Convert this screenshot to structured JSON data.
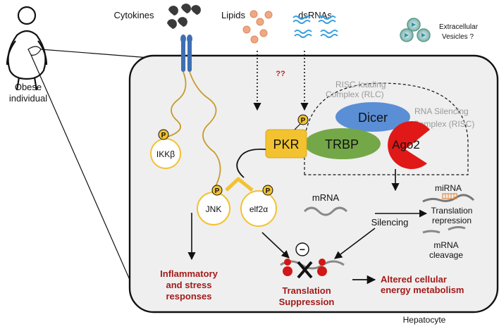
{
  "labels": {
    "cytokines": "Cytokines",
    "lipids": "Lipids",
    "dsrnas": "dsRNAs",
    "extracellular_vesicles_line1": "Extracellular",
    "extracellular_vesicles_line2": "Vesicles ?",
    "obese_line1": "Obese",
    "obese_line2": "individual",
    "question": "??",
    "rlc_line1": "RISC-loading",
    "rlc_line2": "Complex (RLC)",
    "risc_line1": "RNA Silencing",
    "risc_line2": "Complex (RISC)",
    "pkr": "PKR",
    "trbp": "TRBP",
    "dicer": "Dicer",
    "ago2": "Ago2",
    "phospho": "P",
    "ikkb": "IKKβ",
    "jnk": "JNK",
    "eif2a": "elf2α",
    "mrna": "mRNA",
    "mirna": "miRNA",
    "silencing": "Silencing",
    "translation_repression_line1": "Translation",
    "translation_repression_line2": "repression",
    "mrna_cleavage_line1": "mRNA",
    "mrna_cleavage_line2": "cleavage",
    "minus": "−",
    "inflammatory_line1": "Inflammatory",
    "inflammatory_line2": "and stress",
    "inflammatory_line3": "responses",
    "translation_supp_line1": "Translation",
    "translation_supp_line2": "Suppression",
    "altered_line1": "Altered cellular",
    "altered_line2": "energy metabolism",
    "hepatocyte": "Hepatocyte"
  },
  "colors": {
    "cell_fill": "#efefef",
    "pkr": "#f2c230",
    "trbp": "#74a747",
    "dicer": "#5a8fd6",
    "ago2": "#e01818",
    "receptor": "#3e6fb3",
    "lipid": "#f0a882",
    "dsrna": "#3aa0e0",
    "dark_red_text": "#a41a1a",
    "grey_text": "#9a9a9a",
    "signal_line": "#c99a2e",
    "vesicle": "#7fb2a8"
  }
}
